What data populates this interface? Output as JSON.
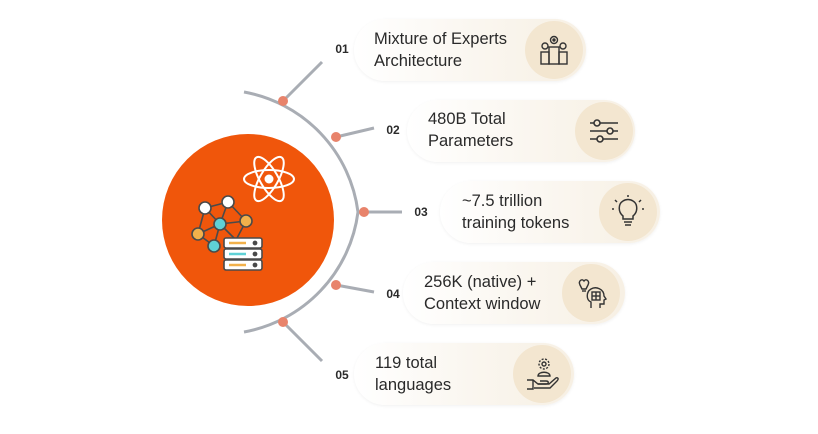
{
  "colors": {
    "accent": "#f0560b",
    "connector": "#a9adb4",
    "dot": "#e8836b",
    "badge": "#f3e6d0",
    "text": "#2a2a2a"
  },
  "items": [
    {
      "number": "01",
      "line1": "Mixture of Experts",
      "line2": "Architecture",
      "icon": "podium-settings-icon"
    },
    {
      "number": "02",
      "line1": "480B Total",
      "line2": "Parameters",
      "icon": "sliders-icon"
    },
    {
      "number": "03",
      "line1": "~7.5 trillion",
      "line2": "training tokens",
      "icon": "lightbulb-icon"
    },
    {
      "number": "04",
      "line1": "256K (native) +",
      "line2": "Context window",
      "icon": "head-idea-icon"
    },
    {
      "number": "05",
      "line1": "119 total",
      "line2": "languages",
      "icon": "hand-user-icon"
    }
  ],
  "hub": {
    "icons": [
      "atom-icon",
      "neural-network-icon",
      "server-icon"
    ]
  }
}
